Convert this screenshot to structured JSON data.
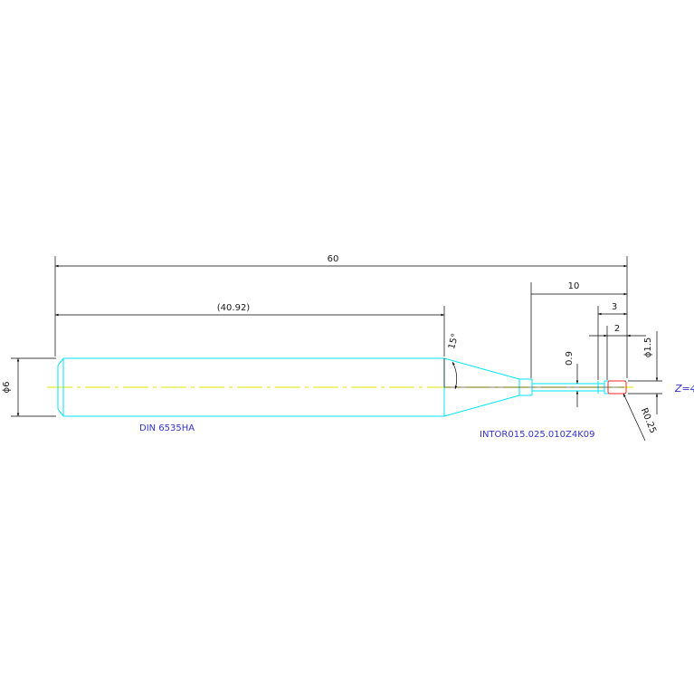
{
  "dimensions": {
    "overall_length": "60",
    "shank_length": "(40.92)",
    "neck_length": "10",
    "length_3": "3",
    "flute_length": "2",
    "neck_diameter": "0.9",
    "cut_diameter": "ϕ1.5",
    "shank_diameter": "ϕ6",
    "taper_angle": "15°",
    "corner_radius": "R0.25"
  },
  "labels": {
    "shank_standard": "DIN 6535HA",
    "part_number": "INTOR015.025.010Z4K09",
    "flutes": "Z=4"
  },
  "colors": {
    "outline": "#00e5ff",
    "dim_lines": "#000000",
    "centerline": "#e6e600",
    "cutting_edge": "#ff2020",
    "annotation": "#3333cc"
  }
}
